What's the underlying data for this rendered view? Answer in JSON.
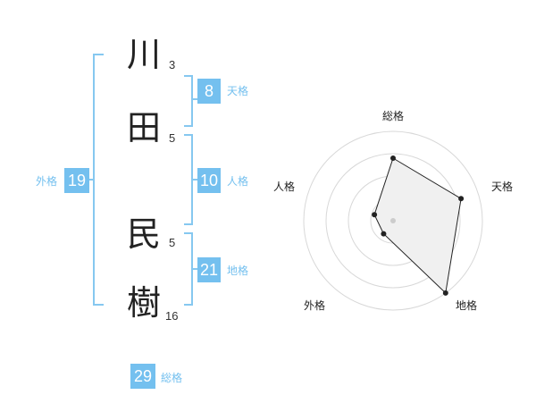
{
  "name": {
    "chars": [
      {
        "char": "川",
        "strokes": "3"
      },
      {
        "char": "田",
        "strokes": "5"
      },
      {
        "char": "民",
        "strokes": "5"
      },
      {
        "char": "樹",
        "strokes": "16"
      }
    ]
  },
  "fortune": {
    "tenkaku": {
      "value": "8",
      "label": "天格"
    },
    "jinkaku": {
      "value": "10",
      "label": "人格"
    },
    "chikaku": {
      "value": "21",
      "label": "地格"
    },
    "gaikaku": {
      "value": "19",
      "label": "外格"
    },
    "soukaku": {
      "value": "29",
      "label": "総格"
    }
  },
  "chart_data": {
    "type": "radar",
    "axes": [
      "総格",
      "天格",
      "地格",
      "外格",
      "人格"
    ],
    "values": [
      0.7,
      0.8,
      1.0,
      0.18,
      0.22
    ],
    "rings": 4,
    "fill_color": "#f0f0f0",
    "line_color": "#222222"
  }
}
